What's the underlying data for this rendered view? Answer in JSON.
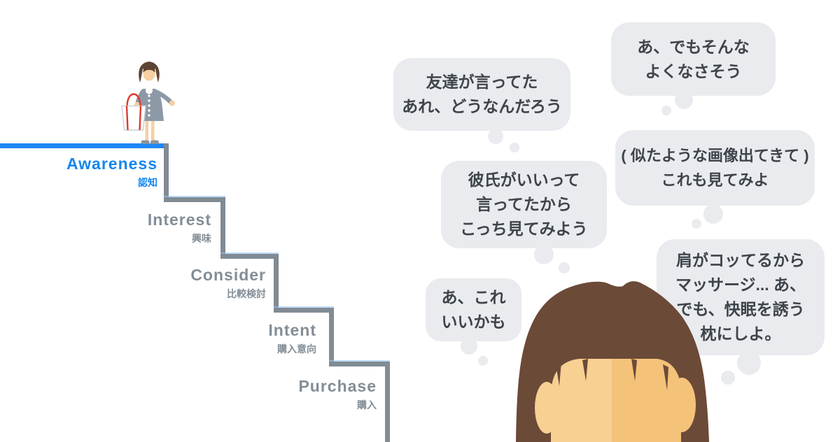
{
  "funnel_steps": [
    {
      "label_en": "Awareness",
      "label_ja": "認知",
      "active": true
    },
    {
      "label_en": "Interest",
      "label_ja": "興味",
      "active": false
    },
    {
      "label_en": "Consider",
      "label_ja": "比較検討",
      "active": false
    },
    {
      "label_en": "Intent",
      "label_ja": "購入意向",
      "active": false
    },
    {
      "label_en": "Purchase",
      "label_ja": "購入",
      "active": false
    }
  ],
  "thought_bubbles": [
    {
      "text": "友達が言ってた\nあれ、どうなんだろう"
    },
    {
      "text": "あ、でもそんな\nよくなさそう"
    },
    {
      "text": "彼氏がいいって\n言ってたから\nこっち見てみよう"
    },
    {
      "text": "( 似たような画像出てきて )\nこれも見てみよ"
    },
    {
      "text": "あ、これ\nいいかも"
    },
    {
      "text": "肩がコッてるから\nマッサージ... あ、\nでも、快眠を誘う\n枕にしよ。"
    }
  ],
  "figures": {
    "shopper": "woman-carrying-shopping-bag-on-top-step",
    "thinker": "brown-haired-woman-head-thinking"
  },
  "colors": {
    "active_step_line": "#1e88f5",
    "active_label": "#1686ee",
    "stair_gray": "#818b94",
    "label_gray": "#838d96",
    "bubble_bg": "#e9ebee",
    "bubble_text": "#3e444b",
    "hair_brown": "#6b4a38",
    "skin_light": "#f8d092",
    "skin_dark": "#f4c279",
    "dress_gray": "#8d99a6",
    "bag_red": "#e0392f"
  }
}
